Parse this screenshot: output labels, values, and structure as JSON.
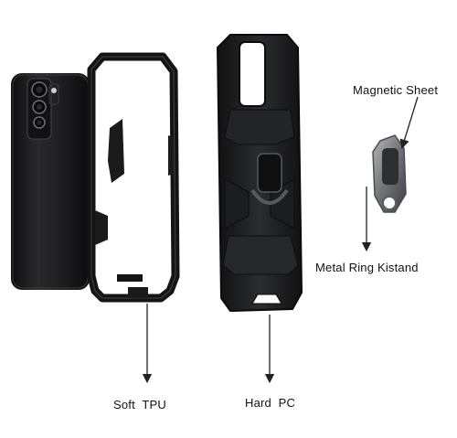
{
  "labels": {
    "magnetic_sheet": "Magnetic Sheet",
    "metal_ring_kickstand": "Metal Ring Kistand",
    "soft_tpu": "Soft  TPU",
    "hard_pc": "Hard  PC"
  },
  "colors": {
    "phone_body": "#1c1c1e",
    "case_black": "#1a1a1a",
    "ring_metal": "#8a8d92",
    "arrow": "#222222"
  }
}
